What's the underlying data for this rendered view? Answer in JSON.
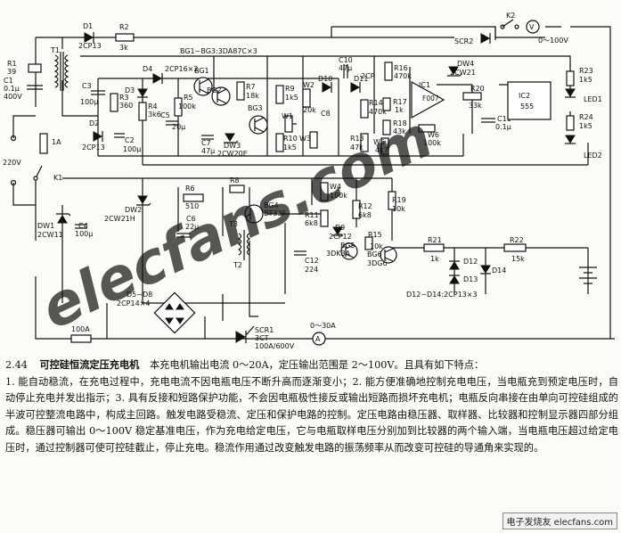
{
  "figure": {
    "number": "2.44",
    "title": "可控硅恒流定压充电机",
    "summary": "本充电机输出电流 0～20A，定压输出范围是 2～100V。且具有如下特点：",
    "body": "1. 能自动稳流，在充电过程中，充电电流不因电瓶电压不断升高而逐渐变小；2. 能方便准确地控制充电电压，当电瓶充到预定电压时，自动停止充电并发出指示；3. 具有反接和短路保护功能，不会因电瓶极性接反或输出短路而损坏充电机；电瓶反向串接在由单向可控硅组成的半波可控整流电路中，构成主回路。触发电路受稳流、定压和保护电路的控制。定压电路由稳压器、取样器、比较器和控制显示器四部分组成。稳压器可输出 0～100V 稳定基准电压，作为充电给定电压，它与电瓶取样电压分别加到比较器的两个输入端，当电瓶电压超过给定电压时，通过控制器可使可控硅截止，停止充电。稳流作用通过改变触发电路的振荡频率从而改变可控硅的导通角来实现的。"
  },
  "watermark": "elecfans.com",
  "logo": "电子发烧友 elecfans.com",
  "schematic_labels": {
    "d1": "D1",
    "d1_type": "2CP13",
    "r2": "R2",
    "r2_val": "3k",
    "r1": "R1",
    "r1_val": "39",
    "c1": "C1",
    "c1_val": "0.1μ",
    "c1_v": "400V",
    "d2": "D2",
    "d2_type": "2CP13",
    "d3": "D3",
    "d4": "D4",
    "d4_type": "2CP16×2",
    "c2": "C2",
    "c2_val": "100μ",
    "c3": "C3",
    "c3_val": "100μ",
    "r3": "R3",
    "r3_val": "360",
    "r4": "R4",
    "r4_val": "3k6",
    "bg_group": "BG1~BG3:3DA87C×3",
    "bg1": "BG1",
    "bg2": "BG2",
    "bg3": "BG3",
    "r5": "R5",
    "r5_val": "100k",
    "c5": "C5",
    "c5_val": "20μ",
    "r7": "R7",
    "r7_val": "18k",
    "c7": "C7",
    "c7_val": "47μ",
    "dw3": "DW3",
    "dw3_type": "2CW20E",
    "r9": "R9",
    "r9_val": "1k5",
    "r10": "R10",
    "r10_val": "1k5",
    "w1": "W1",
    "w2": "W2",
    "w2_val": "20k",
    "w3": "W3",
    "c8": "C8",
    "d10": "D10",
    "d11": "D11",
    "d11_type": "2CP",
    "c10": "C10",
    "c10_val": "47μ",
    "r16": "R16",
    "r16_val": "470k",
    "r17": "R17",
    "r17_val": "1k",
    "r14": "R14",
    "r14_val": "470k",
    "r13": "R13",
    "r13_val": "47k",
    "r18": "R18",
    "r18_val": "43k",
    "w5": "W5",
    "w5_val": "4k7",
    "ic1": "IC1",
    "ic1_type": "F007",
    "w6": "W6",
    "w6_val": "100k",
    "dw4": "DW4",
    "dw4_type": "2CW21",
    "r20": "R20",
    "r20_val": "33k",
    "c11": "C11",
    "c11_val": "0.1μ",
    "ic2": "IC2",
    "ic2_type": "555",
    "r23": "R23",
    "r23_val": "1k5",
    "r24": "R24",
    "r24_val": "1k5",
    "led1": "LED1",
    "led2": "LED2",
    "k2": "K2",
    "meter_v": "V",
    "meter_v_range": "0～100V",
    "scr2": "SCR2",
    "fuse": "1A",
    "k1": "K1",
    "t1": "T1",
    "mains": "220V",
    "dw1": "DW1",
    "dw1_type": "2CW11",
    "c4": "C4",
    "c4_val": "100μ",
    "dw2": "DW2",
    "dw2_type": "2CW21H",
    "r6": "R6",
    "r6_val": "510",
    "r8": "R8",
    "c6": "C6",
    "c6_val": "22μ",
    "bg4": "BG4",
    "bg4_type": "BT33F",
    "t2": "T2",
    "t3": "T3",
    "w4": "W4",
    "w4_val": "100k",
    "r11": "R11",
    "r11_val": "6k8",
    "r12": "R12",
    "r12_val": "6k8",
    "d9": "D9",
    "d9_type": "2CP12",
    "bg5": "BG5",
    "bg5_type": "3DK3A",
    "c12": "C12",
    "c12_val": "224",
    "r15": "R15",
    "r15_val": "10k",
    "r19": "R19",
    "r19_val": "10k",
    "bg6": "BG6",
    "bg6_type": "3DG6",
    "r21": "R21",
    "r21_val": "1k",
    "r22": "R22",
    "r22_val": "15k",
    "d12": "D12",
    "d13": "D13",
    "d14": "D14",
    "d12_group": "D12~D14:2CP13×3",
    "d5_group": "D5~D8",
    "d5_type": "2CP14×4",
    "scr1": "SCR1",
    "scr1_type": "3CT",
    "scr1_rating": "100A/600V",
    "fuse2": "100A",
    "meter_a": "A",
    "meter_a_range": "0～30A"
  }
}
